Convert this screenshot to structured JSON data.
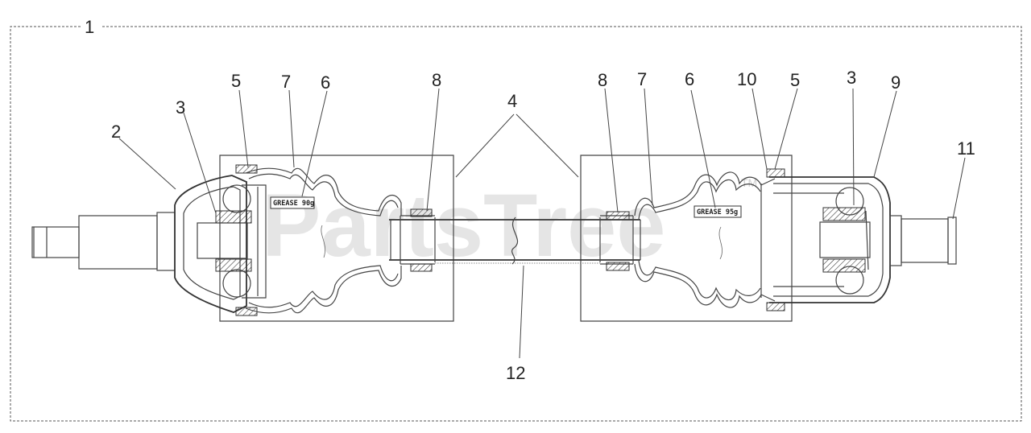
{
  "watermark": {
    "text": "PartsTree",
    "tm": "TM"
  },
  "grease_labels": {
    "left": "GREASE 90g",
    "right": "GREASE 95g"
  },
  "callouts": {
    "c1": "1",
    "c2": "2",
    "c3_left": "3",
    "c3_right": "3",
    "c4": "4",
    "c5_left": "5",
    "c5_right": "5",
    "c6_left": "6",
    "c6_right": "6",
    "c7_left": "7",
    "c7_right": "7",
    "c8_left": "8",
    "c8_right": "8",
    "c9": "9",
    "c10": "10",
    "c11": "11",
    "c12": "12"
  }
}
